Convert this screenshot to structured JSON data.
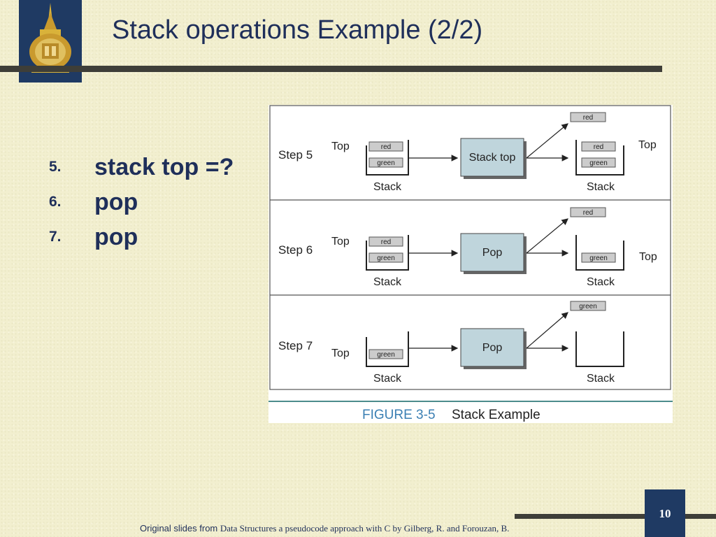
{
  "slide": {
    "title": "Stack operations Example (2/2)",
    "page_number": "10"
  },
  "bullets": [
    {
      "number": "5.",
      "text": "stack top =?"
    },
    {
      "number": "6.",
      "text": "pop"
    },
    {
      "number": "7.",
      "text": "pop"
    }
  ],
  "figure": {
    "caption_label": "FIGURE 3-5",
    "caption_text": "Stack Example",
    "stack_label": "Stack",
    "top_label": "Top",
    "steps": [
      {
        "label": "Step 5",
        "operation": "Stack top",
        "before": [
          "red",
          "green"
        ],
        "output": "red",
        "after": [
          "red",
          "green"
        ]
      },
      {
        "label": "Step 6",
        "operation": "Pop",
        "before": [
          "red",
          "green"
        ],
        "output": "red",
        "after": [
          "green"
        ]
      },
      {
        "label": "Step 7",
        "operation": "Pop",
        "before": [
          "green"
        ],
        "output": "green",
        "after": []
      }
    ],
    "colors": {
      "operation_box": "#bfd5dc",
      "item_fill": "#cccccc",
      "caption_rule": "#4c8c8c",
      "caption_label": "#3b7fb3"
    }
  },
  "footer": {
    "prefix": "Original slides from",
    "citation": "Data Structures a pseudocode approach with C by Gilberg, R. and Forouzan, B."
  },
  "colors": {
    "background": "#f2efcf",
    "title_text": "#1f2f5a",
    "accent_box": "#1f3a63",
    "rule": "#3e3e38"
  }
}
